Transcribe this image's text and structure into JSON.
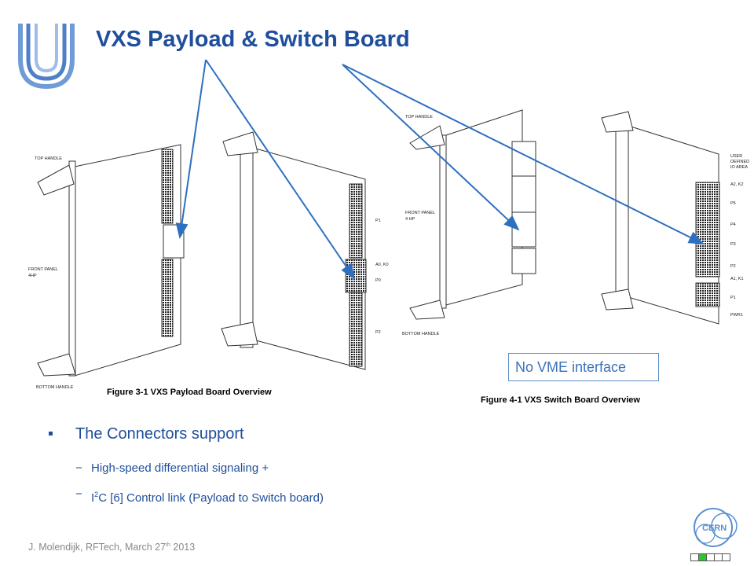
{
  "slide": {
    "title": "VXS Payload & Switch Board"
  },
  "figures": {
    "payload_caption": "Figure 3-1 VXS Payload Board Overview",
    "switch_caption": "Figure 4-1 VXS Switch Board Overview",
    "payload_left_labels": {
      "top_handle": "TOP HANDLE",
      "front_panel_1": "FRONT PANEL",
      "front_panel_2": "4HP",
      "bottom_handle": "BOTTOM HANDLE"
    },
    "payload_right_labels": {
      "p1": "P1",
      "a0k0": "A0, K0",
      "p0": "P0",
      "p2": "P2"
    },
    "switch_left_labels": {
      "top_handle": "TOP HANDLE",
      "front_panel_1": "FRONT PANEL",
      "front_panel_2": "4 HP",
      "bottom_handle": "BOTTOM HANDLE"
    },
    "switch_right_labels": {
      "user_1": "USER",
      "user_2": "DEFINED",
      "user_3": "IO AREA",
      "a2k2": "A2, K2",
      "p5": "P5",
      "p4": "P4",
      "p3": "P3",
      "p2": "P2",
      "a1k1": "A1, K1",
      "p1": "P1",
      "pwr1": "PWR1"
    }
  },
  "callout": {
    "text": "No VME interface"
  },
  "bullets": {
    "main": "The Connectors support",
    "sub1": "High-speed differential signaling +",
    "sub2_prefix": "I",
    "sub2_sup": "2",
    "sub2_rest": "C [6] Control link (Payload to Switch board)",
    "dash": "−"
  },
  "footer": {
    "prefix": "J. Molendijk, RFTech, March 27",
    "sup": "th",
    "suffix": " 2013"
  },
  "logos": {
    "cern_text": "CERN"
  },
  "nav": {
    "cells": 5,
    "active_index": 1
  },
  "colors": {
    "title": "#1f4e9c",
    "arrow": "#2e6fc0",
    "logo_blue": "#5a8fd0",
    "footer": "#888888",
    "nav_active": "#2ec52e"
  }
}
